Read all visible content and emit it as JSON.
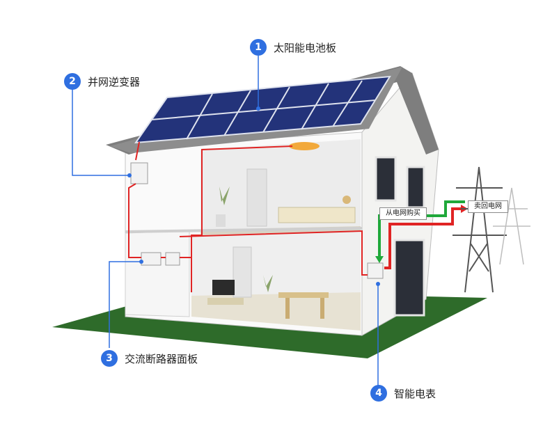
{
  "callouts": [
    {
      "num": "1",
      "label": "太阳能电池板"
    },
    {
      "num": "2",
      "label": "并网逆变器"
    },
    {
      "num": "3",
      "label": "交流断路器面板"
    },
    {
      "num": "4",
      "label": "智能电表"
    }
  ],
  "flows": {
    "buy_label": "从电网购买",
    "sell_label": "卖回电网"
  },
  "colors": {
    "accent": "#2f6fe0",
    "wire": "#e02424",
    "buy_arrow": "#1fa83a",
    "ground": "#2e6b2a",
    "roof": "#7e7e7e",
    "panel": "#23337a"
  }
}
